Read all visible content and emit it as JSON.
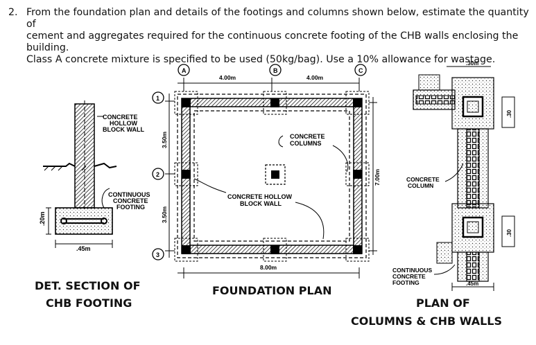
{
  "problem": {
    "number": "2.",
    "line1": "From the foundation plan and details of the footings and columns shown below, estimate the quantity of",
    "line2": "cement and aggregates required for the continuous concrete footing of the CHB walls enclosing the building.",
    "line3": "Class A concrete mixture is specified to be used (50kg/bag). Use a 10% allowance for wastage."
  },
  "section_detail": {
    "wall_label": [
      "CONCRETE",
      "HOLLOW",
      "BLOCK WALL"
    ],
    "footing_label": [
      "CONTINUOUS",
      "CONCRETE",
      "FOOTING"
    ],
    "height_dim": ".20m",
    "width_dim": ".45m",
    "caption": [
      "DET. SECTION OF",
      "CHB FOOTING"
    ]
  },
  "foundation_plan": {
    "grid_letters": [
      "A",
      "B",
      "C"
    ],
    "grid_numbers": [
      "1",
      "2",
      "3"
    ],
    "top_dims": [
      "4.00m",
      "4.00m"
    ],
    "left_dims": [
      "3.50m",
      "3.50m"
    ],
    "right_dim": "7.00m",
    "bottom_dim": "8.00m",
    "columns_label": [
      "CONCRETE",
      "COLUMNS"
    ],
    "wall_label": [
      "CONCRETE HOLLOW",
      "BLOCK  WALL"
    ],
    "caption": "FOUNDATION PLAN"
  },
  "plan_columns": {
    "top_dim": ".30m",
    "side_dims": [
      ".30",
      ".30"
    ],
    "column_label": [
      "CONCRETE",
      "COLUMN"
    ],
    "footing_label": [
      "CONTINUOUS",
      "CONCRETE",
      "FOOTING"
    ],
    "footing_dim": ".45m",
    "caption": [
      "PLAN OF",
      "COLUMNS & CHB WALLS"
    ]
  }
}
